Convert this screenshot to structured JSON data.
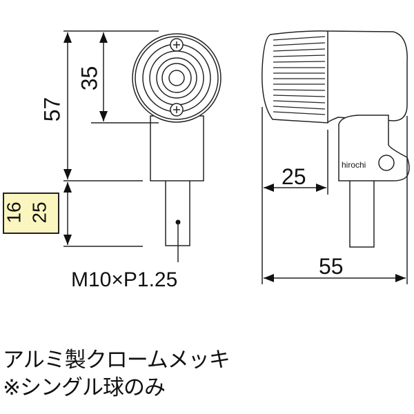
{
  "dimensions": {
    "total_height": "57",
    "lens_diameter": "35",
    "stem_length_options": [
      "16",
      "25"
    ],
    "thread": "M10×P1.25",
    "lens_depth": "25",
    "total_depth": "55"
  },
  "watermark": "hirochi",
  "notes": [
    "アルミ製クロームメッキ",
    "※シングル球のみ"
  ],
  "colors": {
    "highlight_box": "#fbf6c0",
    "line": "#222222"
  }
}
